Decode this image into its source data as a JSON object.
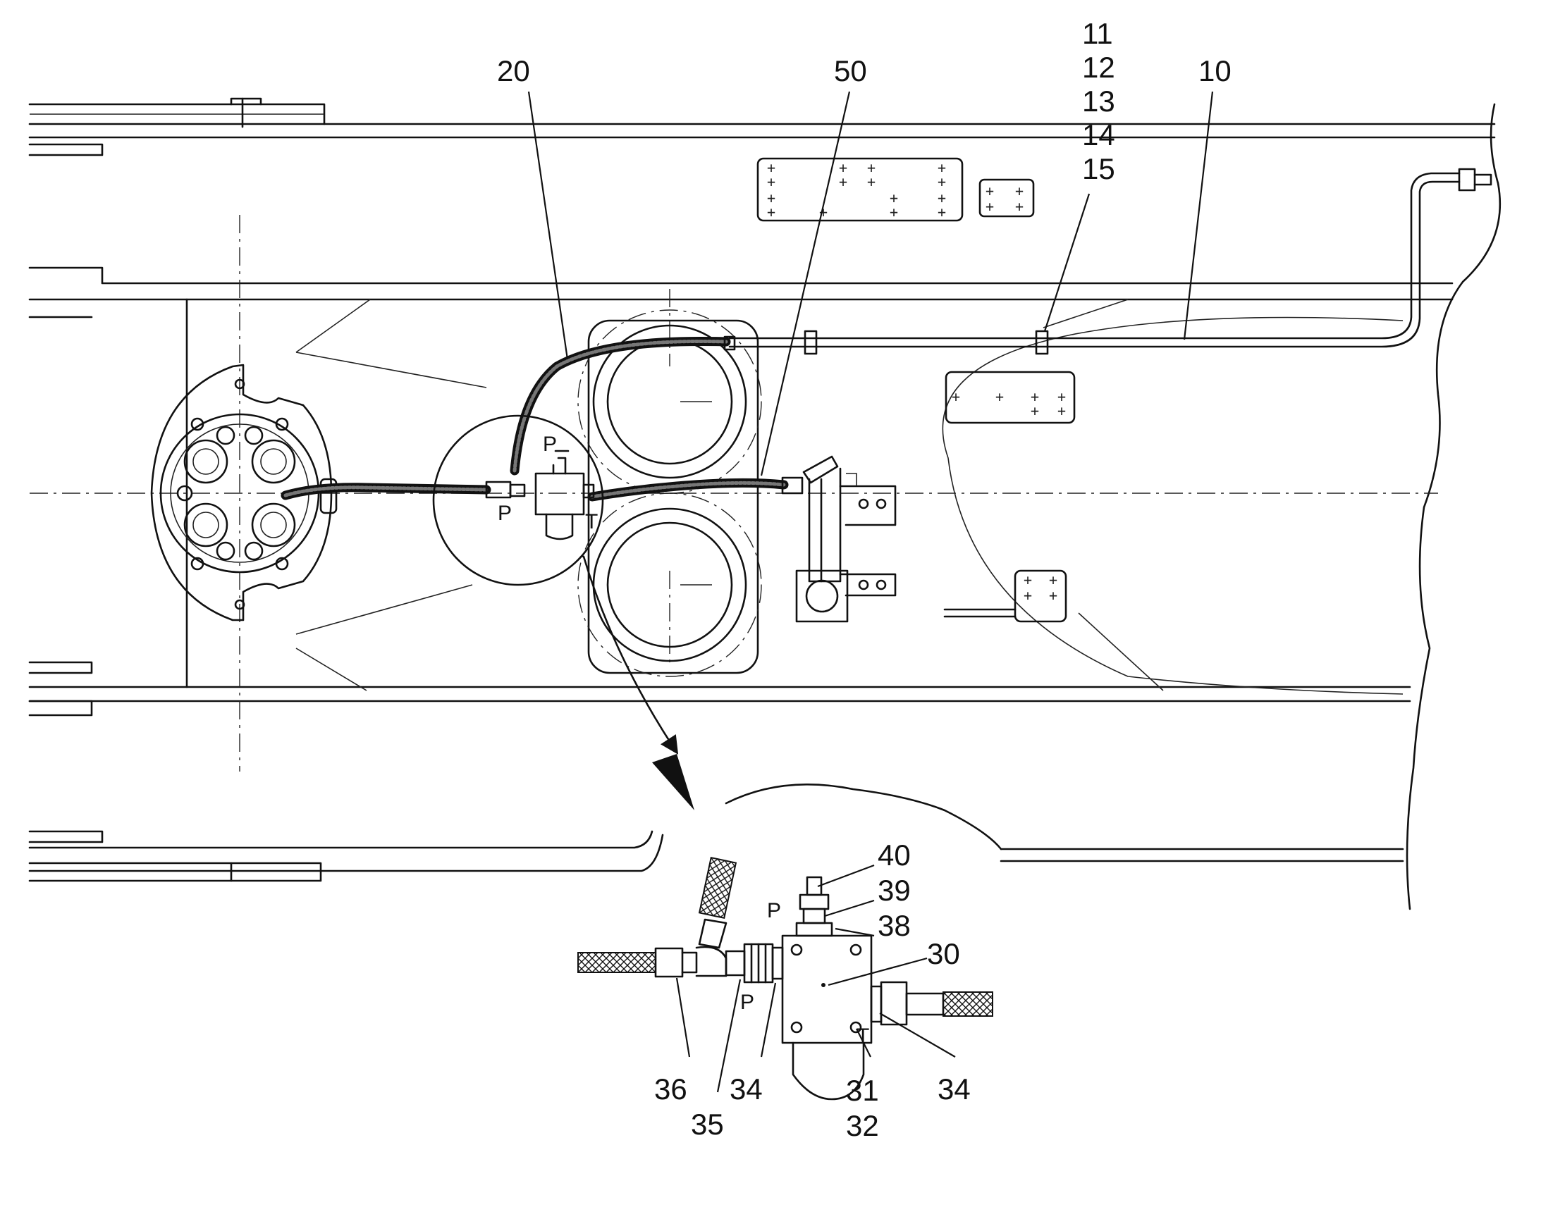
{
  "labels": {
    "top_stack": [
      "11",
      "12",
      "13",
      "14",
      "15"
    ],
    "top": [
      "20",
      "50",
      "10"
    ],
    "ports_main": [
      "P",
      "P",
      "T"
    ],
    "detail_top": [
      "40",
      "39",
      "38",
      "30"
    ],
    "detail_bottom": [
      "36",
      "35",
      "34",
      "31",
      "32",
      "34"
    ],
    "ports_detail": [
      "P",
      "P",
      "T"
    ]
  },
  "colors": {
    "line": "#111111",
    "paper": "#ffffff",
    "hose_fill": "#777777"
  }
}
